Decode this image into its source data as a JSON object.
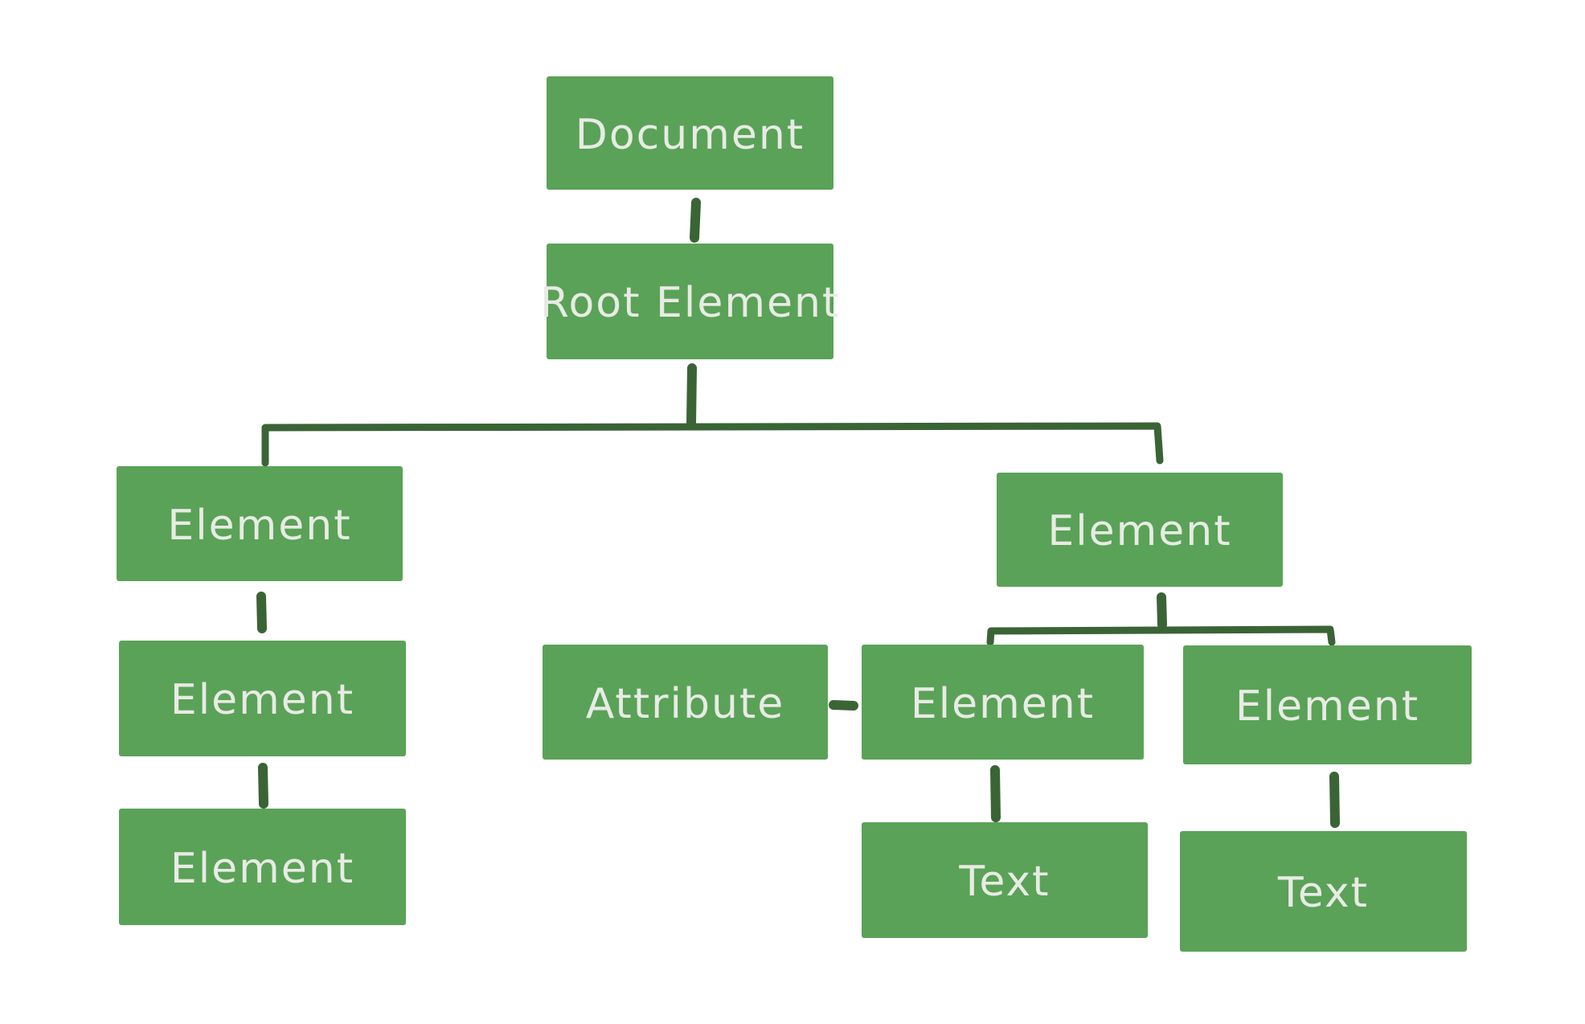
{
  "diagram": {
    "type": "tree",
    "colors": {
      "background": "#ffffff",
      "node_fill": "#5aa257",
      "node_text": "#e8ebe5",
      "connector": "#3a6435"
    },
    "nodes": [
      {
        "id": "document",
        "label": "Document"
      },
      {
        "id": "root-element",
        "label": "Root Element"
      },
      {
        "id": "element-left-1",
        "label": "Element"
      },
      {
        "id": "element-left-2",
        "label": "Element"
      },
      {
        "id": "element-left-3",
        "label": "Element"
      },
      {
        "id": "element-right",
        "label": "Element"
      },
      {
        "id": "attribute",
        "label": "Attribute"
      },
      {
        "id": "element-child-left",
        "label": "Element"
      },
      {
        "id": "element-child-right",
        "label": "Element"
      },
      {
        "id": "text-left",
        "label": "Text"
      },
      {
        "id": "text-right",
        "label": "Text"
      }
    ],
    "edges": [
      {
        "from": "document",
        "to": "root-element"
      },
      {
        "from": "root-element",
        "to": "element-left-1"
      },
      {
        "from": "root-element",
        "to": "element-right"
      },
      {
        "from": "element-left-1",
        "to": "element-left-2"
      },
      {
        "from": "element-left-2",
        "to": "element-left-3"
      },
      {
        "from": "element-right",
        "to": "element-child-left"
      },
      {
        "from": "element-right",
        "to": "element-child-right"
      },
      {
        "from": "attribute",
        "to": "element-child-left"
      },
      {
        "from": "element-child-left",
        "to": "text-left"
      },
      {
        "from": "element-child-right",
        "to": "text-right"
      }
    ]
  }
}
